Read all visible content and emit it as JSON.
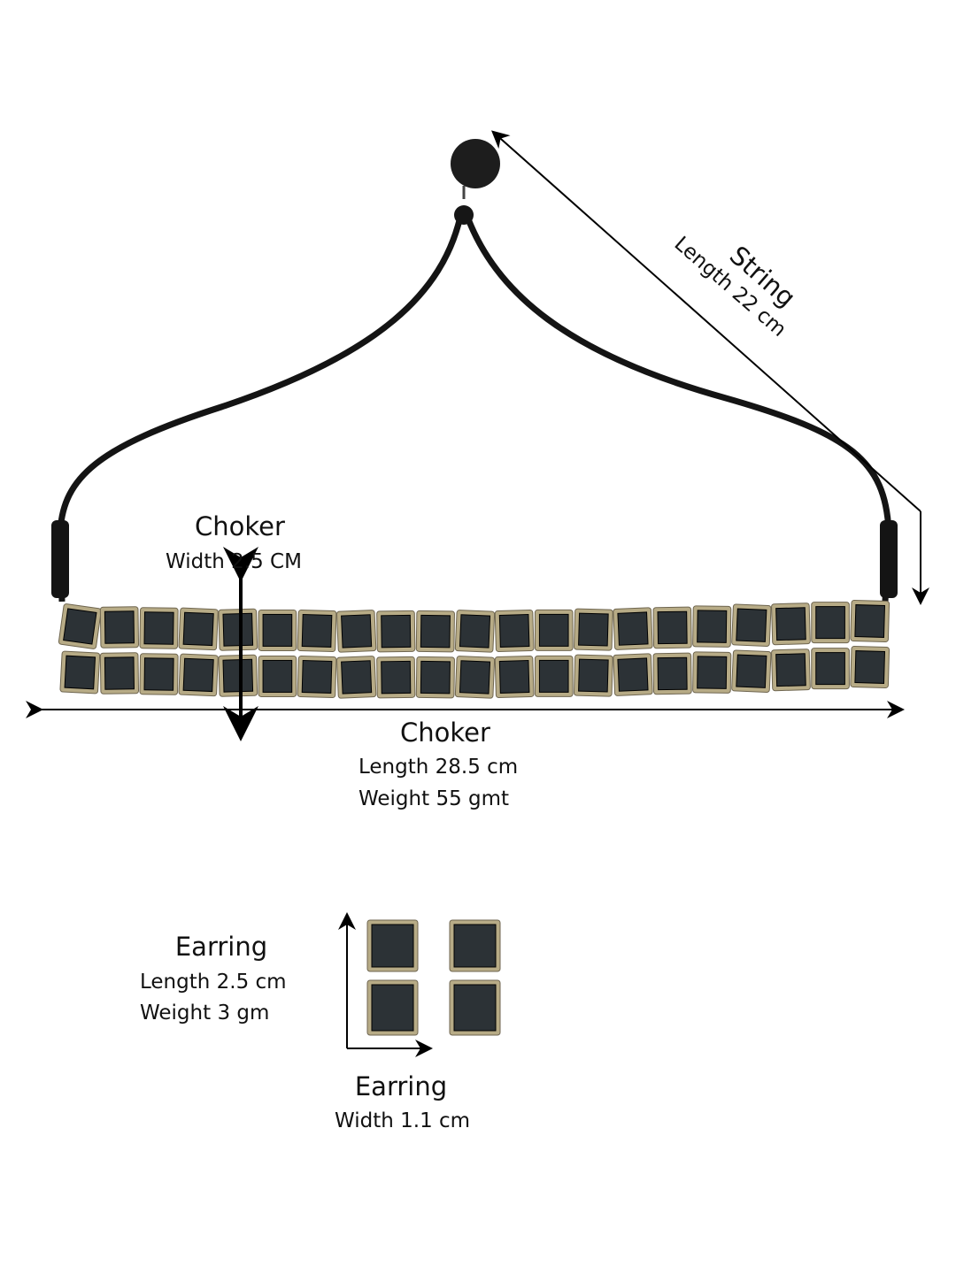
{
  "string": {
    "title": "String",
    "detail": "Length  22  cm"
  },
  "choker_width": {
    "title": "Choker",
    "detail": "Width  2.5  CM"
  },
  "choker": {
    "title": "Choker",
    "length": "Length  28.5  cm",
    "weight": "Weight    55   gmt"
  },
  "earring_size": {
    "title": "Earring",
    "length": "Length  2.5  cm",
    "weight": "Weight  3    gm"
  },
  "earring_width": {
    "title": "Earring",
    "detail": "Width  1.1  cm"
  },
  "colors": {
    "tile": "#2c3236",
    "frame": "#b7ab86",
    "cord": "#141414",
    "line": "#000000"
  },
  "tiles_per_row": 21
}
